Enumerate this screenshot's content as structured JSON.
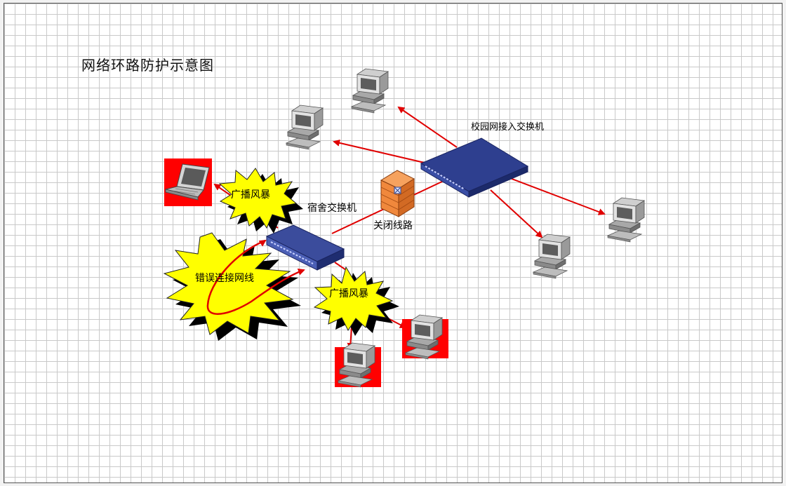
{
  "diagram": {
    "title": "网络环路防护示意图",
    "labels": {
      "core_switch": "校园网接入交换机",
      "dorm_switch": "宿舍交换机",
      "firewall": "关闭线路",
      "storm_top": "广播风暴",
      "storm_bottom": "广播风暴",
      "loop": "错误连接网线"
    },
    "icons": [
      "computer-icon",
      "laptop-icon",
      "switch-icon",
      "firewall-icon"
    ],
    "colors": {
      "link": "#e00000",
      "burst_fill": "#ffff00",
      "switch_blue": "#2b3f8a",
      "alert_box": "#ff0000",
      "firewall": "#f0883c"
    }
  }
}
